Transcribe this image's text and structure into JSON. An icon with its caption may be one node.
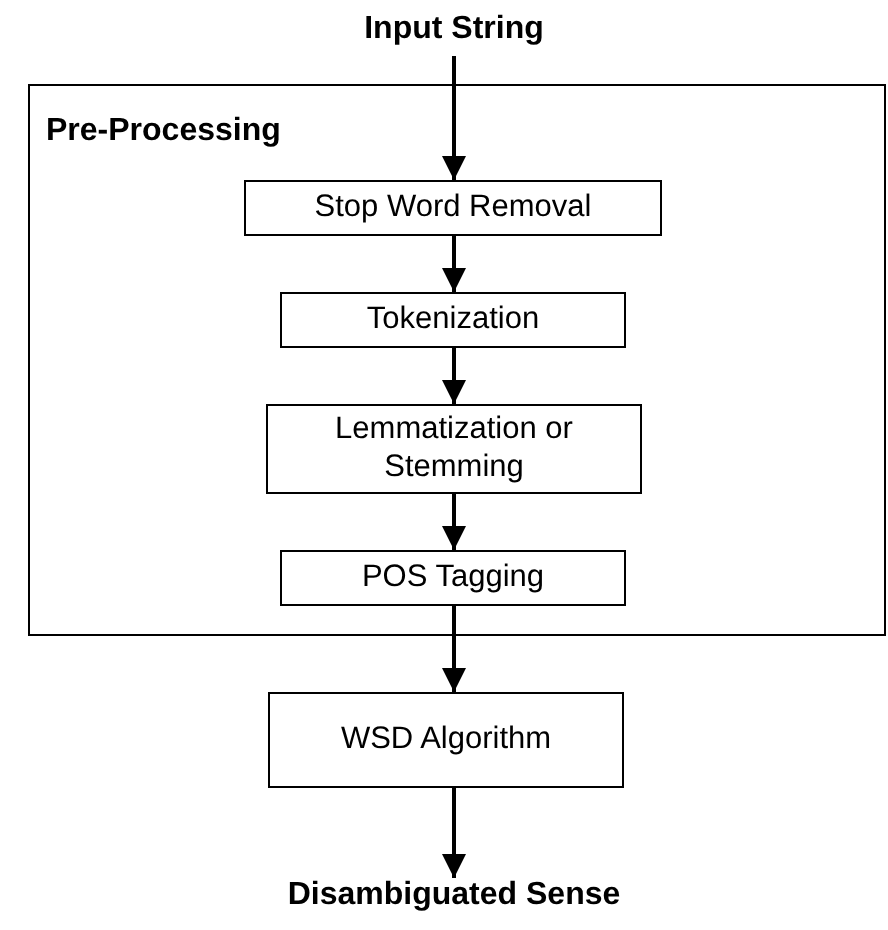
{
  "diagram": {
    "nodes": [
      {
        "text": [
          "Input String"
        ]
      },
      {
        "text": [
          "Pre-Processing"
        ]
      },
      {
        "text": [
          "Stop Word Removal"
        ],
        "in": 1
      },
      {
        "text": [
          "Tokenization"
        ],
        "in": 1
      },
      {
        "text": [
          "Lemmatization or Stemming"
        ],
        "in": 1
      },
      {
        "text": [
          "POS Tagging"
        ],
        "in": 1
      },
      {
        "text": [
          "WSD Algorithm"
        ]
      },
      {
        "text": [
          "Disambiguated Sense"
        ]
      }
    ],
    "edges": [
      {
        "from": 0,
        "to": 2,
        "arrow": "to"
      },
      {
        "from": 2,
        "to": 3,
        "arrow": "to"
      },
      {
        "from": 3,
        "to": 4,
        "arrow": "to"
      },
      {
        "from": 4,
        "to": 5,
        "arrow": "to"
      },
      {
        "from": 5,
        "to": 6,
        "arrow": "to"
      },
      {
        "from": 6,
        "to": 7,
        "arrow": "to"
      }
    ]
  }
}
